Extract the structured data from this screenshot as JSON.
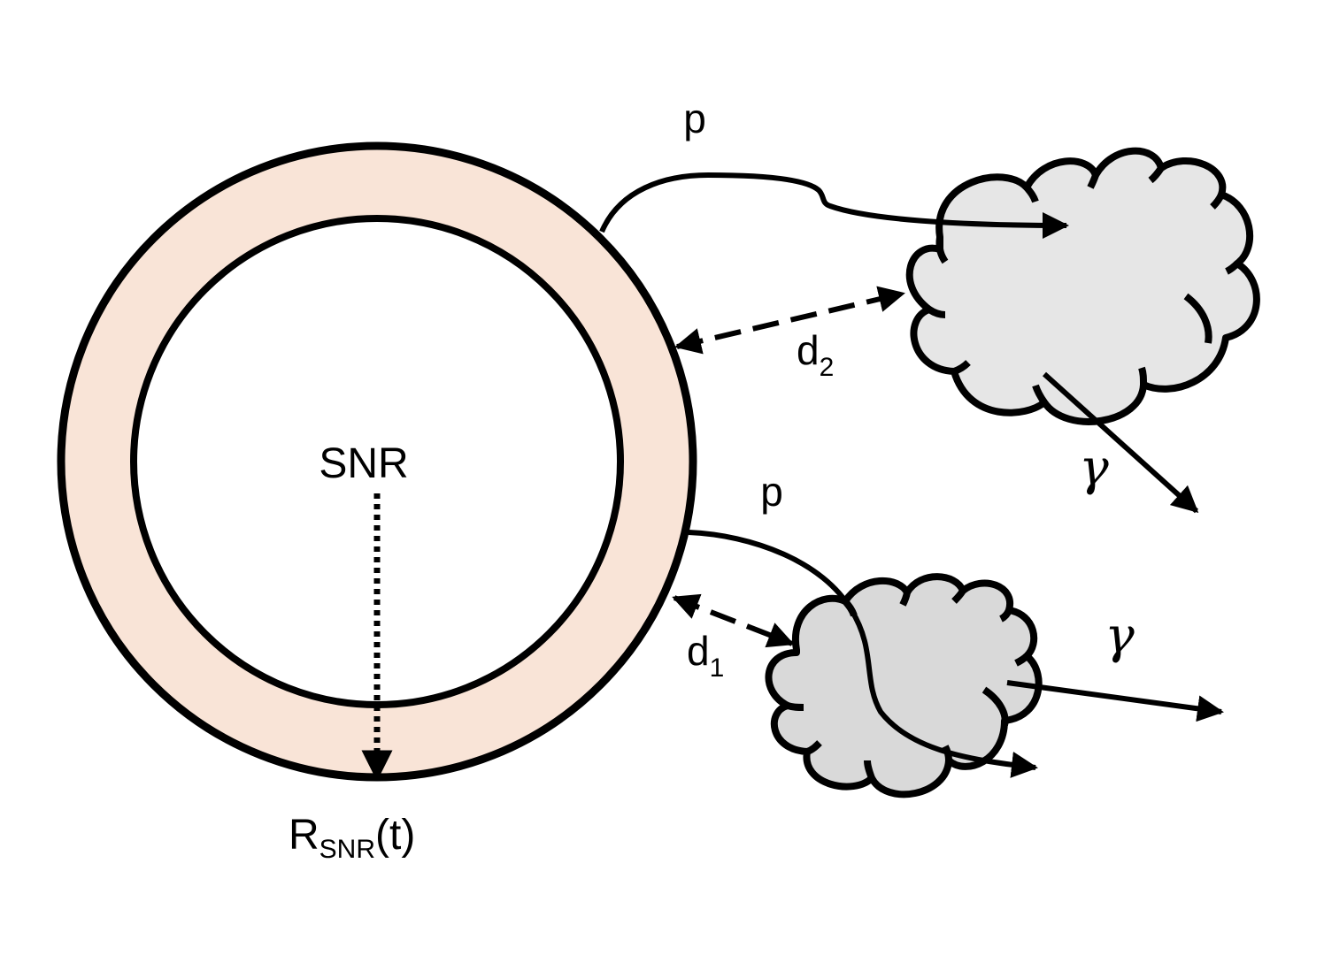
{
  "labels": {
    "center": "SNR",
    "radius_main": "R",
    "radius_sub": "SNR",
    "radius_suffix": "(t)",
    "proton_upper": "p",
    "proton_lower": "p",
    "distance_upper_main": "d",
    "distance_upper_sub": "2",
    "distance_lower_main": "d",
    "distance_lower_sub": "1",
    "gamma_upper": "γ",
    "gamma_lower": "γ"
  },
  "colors": {
    "shell_fill": "#f9e4d7",
    "cloud_upper_fill": "#e6e6e6",
    "cloud_lower_fill": "#d9d9d9",
    "stroke": "#000000"
  },
  "icons": {
    "upper_cloud": "cloud-icon",
    "lower_cloud": "cloud-icon"
  }
}
